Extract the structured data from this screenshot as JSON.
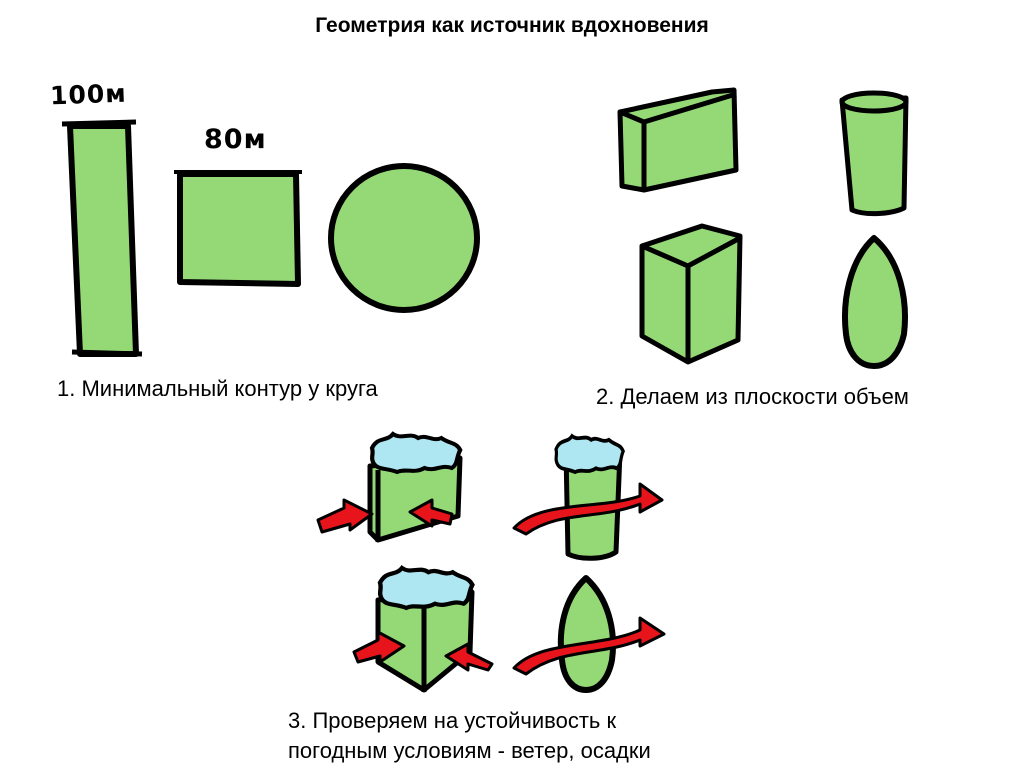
{
  "title": "Геометрия как источник вдохновения",
  "labels": {
    "height_100": "100м",
    "width_80": "80м"
  },
  "captions": {
    "step1": "1. Минимальный контур у круга",
    "step2": "2. Делаем из плоскости объем",
    "step3_line1": "3. Проверяем на устойчивость к",
    "step3_line2": "погодным условиям - ветер, осадки"
  },
  "colors": {
    "shape_fill": "#95d977",
    "outline": "#000000",
    "snow": "#aee6f2",
    "wind_arrow": "#e8141c"
  }
}
